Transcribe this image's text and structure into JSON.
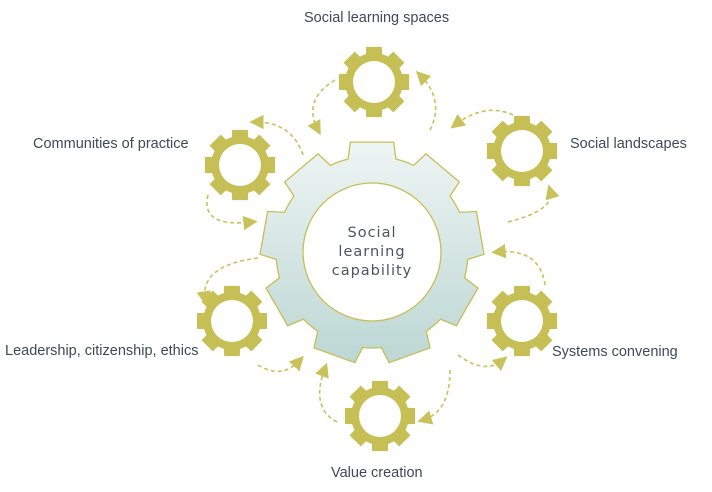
{
  "center": {
    "lines": [
      "Social",
      "learning",
      "capability"
    ]
  },
  "nodes": [
    {
      "id": "social-learning-spaces",
      "label": "Social learning spaces"
    },
    {
      "id": "social-landscapes",
      "label": "Social landscapes"
    },
    {
      "id": "systems-convening",
      "label": "Systems convening"
    },
    {
      "id": "value-creation",
      "label": "Value creation"
    },
    {
      "id": "leadership-citizenship-ethics",
      "label": "Leadership, citizenship, ethics"
    },
    {
      "id": "communities-of-practice",
      "label": "Communities of practice"
    }
  ],
  "colors": {
    "small_gear": "#c6bf55",
    "big_gear_top": "#eef5f4",
    "big_gear_bottom": "#bcd7d4",
    "big_gear_outline": "#c6bf55",
    "arrow": "#c9c25a",
    "label_text": "#3d4a57"
  }
}
